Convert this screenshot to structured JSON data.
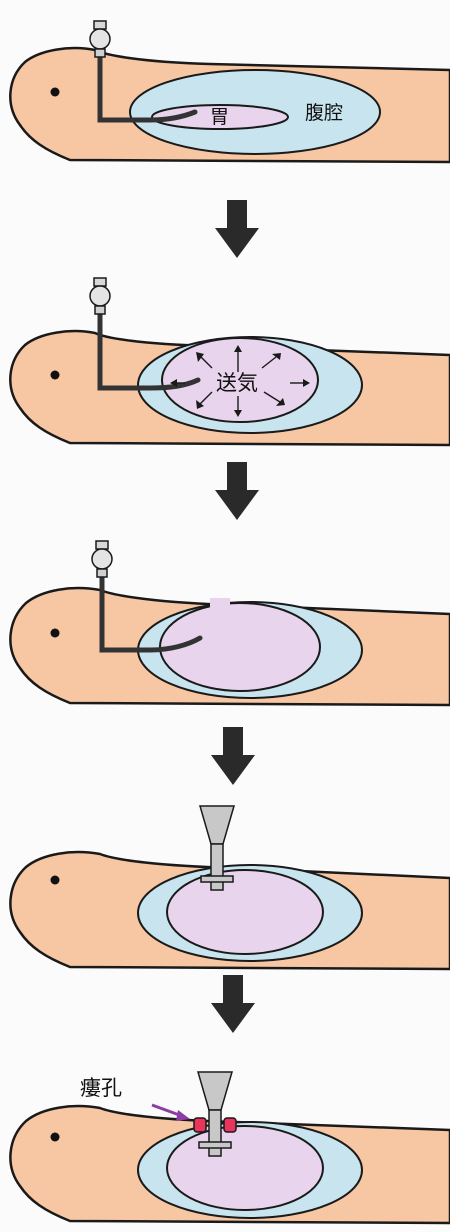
{
  "colors": {
    "background": "#fbfbfb",
    "body": "#f7c6a3",
    "outline": "#1a1a1a",
    "abdominal_cavity": "#c8e4ee",
    "stomach": "#e8d4ec",
    "tube": "#333333",
    "arrow": "#2a2a2a",
    "port": "#c8c8c8",
    "fistula_ring": "#e8355b",
    "pointer_arrow": "#8a3ea6"
  },
  "labels": {
    "stomach": "胃",
    "abdominal_cavity": "腹腔",
    "insufflation": "送気",
    "fistula": "瘻孔"
  },
  "steps": [
    {
      "name": "step-1",
      "description_icons": [
        "endoscope-icon",
        "stomach",
        "abdominal-cavity"
      ]
    },
    {
      "name": "step-2",
      "description_icons": [
        "endoscope-icon",
        "insufflation-arrows"
      ]
    },
    {
      "name": "step-3",
      "description_icons": [
        "endoscope-icon",
        "puncture-site"
      ]
    },
    {
      "name": "step-4",
      "description_icons": [
        "trocar-icon"
      ]
    },
    {
      "name": "step-5",
      "description_icons": [
        "trocar-icon",
        "fistula-ring"
      ]
    }
  ],
  "flow_arrow_icon": "down-arrow-icon"
}
